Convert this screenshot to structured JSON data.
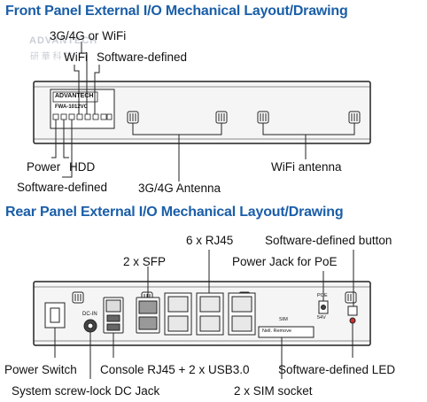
{
  "front": {
    "title": "Front Panel External I/O Mechanical Layout/Drawing",
    "labels": {
      "cell": "3G/4G or WiFi",
      "wifi": "WiFi",
      "software_top": "Software-defined",
      "power": "Power",
      "hdd": "HDD",
      "software_bottom": "Software-defined",
      "antenna_3g4g": "3G/4G Antenna",
      "antenna_wifi": "WiFi antenna"
    },
    "panel_text": {
      "logo": "ADVANTECH",
      "model": "FWA-1012VC"
    }
  },
  "rear": {
    "title": "Rear Panel External I/O Mechanical Layout/Drawing",
    "labels": {
      "rj45": "6 x RJ45",
      "sw_button": "Software-defined button",
      "sfp": "2 x SFP",
      "power_jack": "Power Jack for PoE",
      "power_switch": "Power Switch",
      "console": "Console RJ45 + 2 x USB3.0",
      "sw_led": "Software-defined LED",
      "dc_jack": "System screw-lock DC Jack",
      "sim": "2 x SIM socket"
    },
    "panel_text": {
      "dcin": "DC-IN",
      "sim": "SIM",
      "poe": "POE",
      "voltage": "54V",
      "sim_card": "Nell. Remove"
    }
  },
  "watermark": {
    "line1": "ADVANTECH",
    "line2": "研 華 科 技"
  },
  "colors": {
    "title": "#1a5ea8",
    "line": "#222222",
    "panel_fill": "#f4f4f4",
    "watermark": "#c9ced6"
  }
}
